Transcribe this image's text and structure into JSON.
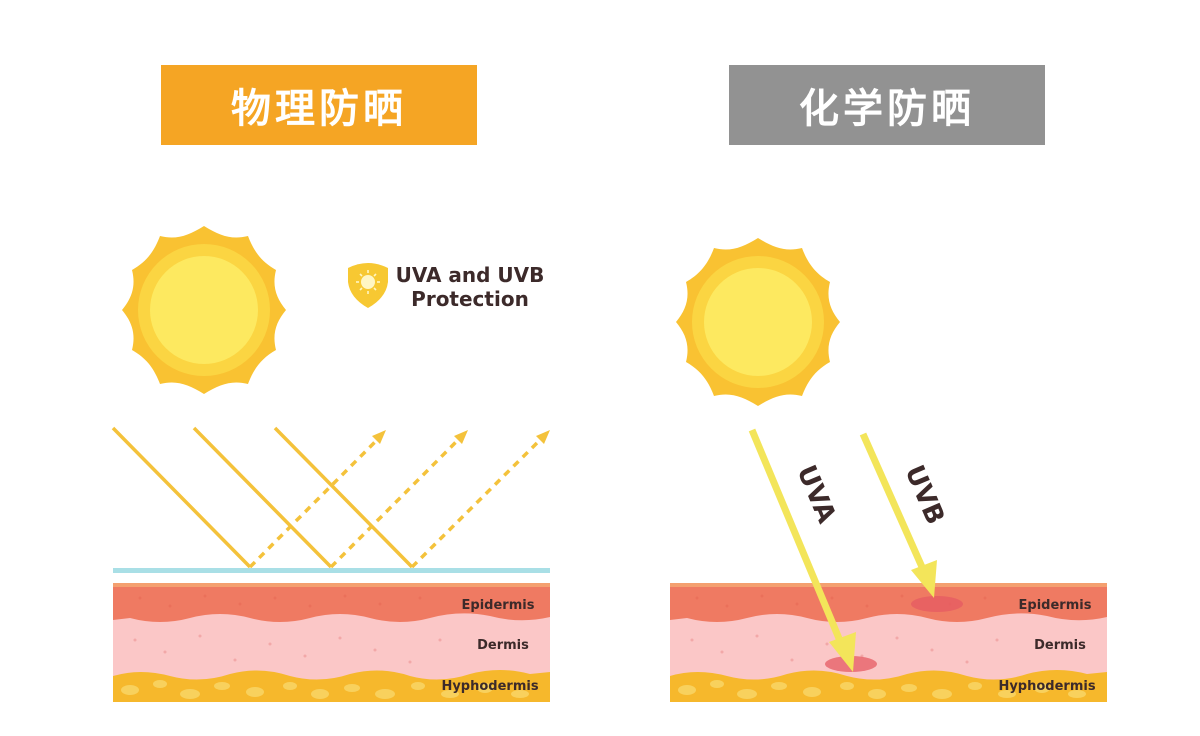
{
  "panels": {
    "physical": {
      "title": "物理防晒",
      "badge_line1": "UVA and UVB",
      "badge_line2": "Protection",
      "layers": [
        "Epidermis",
        "Dermis",
        "Hyphodermis"
      ]
    },
    "chemical": {
      "title": "化学防晒",
      "ray1": "UVA",
      "ray2": "UVB",
      "layers": [
        "Epidermis",
        "Dermis",
        "Hyphodermis"
      ]
    }
  },
  "colors": {
    "title_physical": "#f5a524",
    "title_chemical": "#929292",
    "sun_outer": "#f9c232",
    "sun_mid": "#fbd542",
    "sun_inner": "#fde960",
    "ray": "#f4c23b",
    "uv_ray": "#f3e55a",
    "epidermis": "#ef7a62",
    "dermis": "#fbc7c7",
    "hypodermis": "#f6b82c",
    "film": "#a9dfe6",
    "label_dark": "#3c2a2a",
    "spot": "#e55b63"
  }
}
